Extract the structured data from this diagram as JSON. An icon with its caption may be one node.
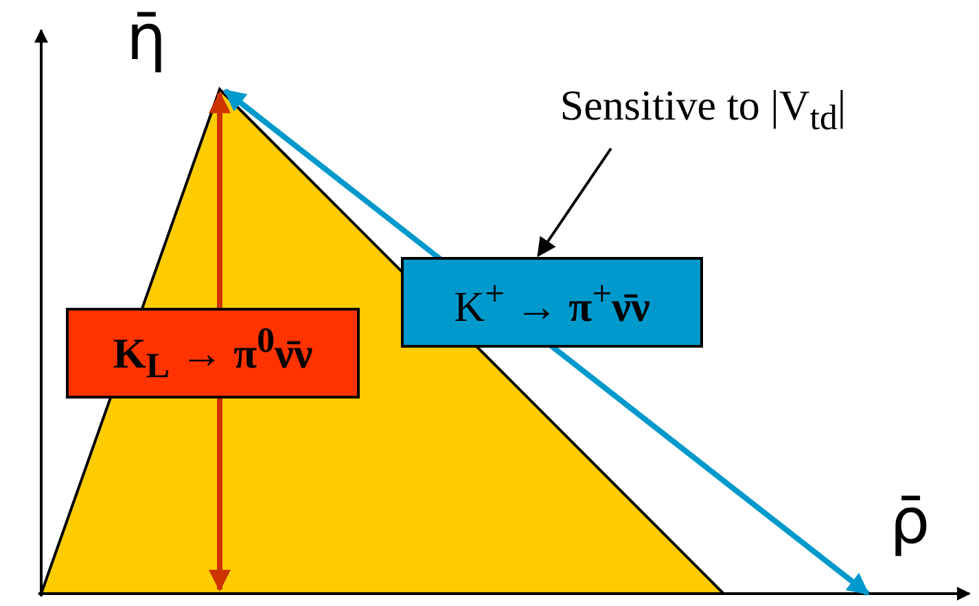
{
  "diagram": {
    "nodes": [
      {
        "text": [
          "K$_{L}$ → π$^{0}$ν̄ν"
        ]
      },
      {
        "text": [
          "K$^{+}$ → **π**$^{+}$**ν̄ν**"
        ]
      },
      {
        "text": [
          "Sensitive to |V$_{td}$|"
        ]
      }
    ],
    "edges": [
      {
        "from": 2,
        "to": 1,
        "arrow": "to"
      }
    ],
    "labels": [
      "η̄",
      "ρ̄"
    ]
  }
}
